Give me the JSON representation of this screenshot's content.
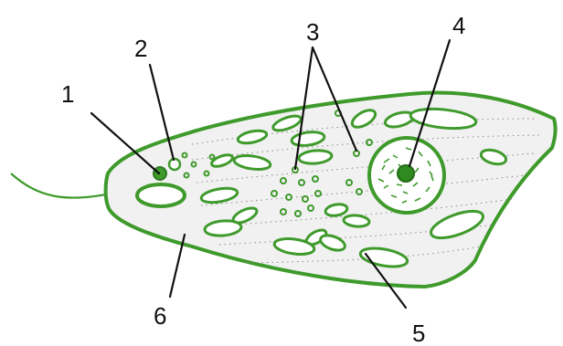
{
  "colors": {
    "outline": "#3f9a2c",
    "body_fill": "#f1f1f1",
    "label_text": "#111111"
  },
  "labels": [
    {
      "id": "1",
      "text": "1"
    },
    {
      "id": "2",
      "text": "2"
    },
    {
      "id": "3",
      "text": "3"
    },
    {
      "id": "4",
      "text": "4"
    },
    {
      "id": "5",
      "text": "5"
    },
    {
      "id": "6",
      "text": "6"
    }
  ]
}
